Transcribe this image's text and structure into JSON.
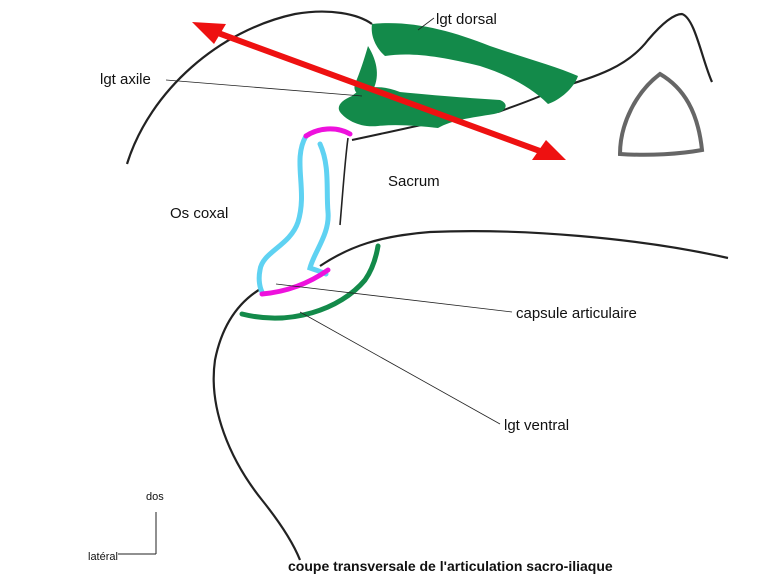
{
  "labels": {
    "lgt_dorsal": "lgt dorsal",
    "lgt_axile": "lgt axile",
    "sacrum": "Sacrum",
    "os_coxal": "Os coxal",
    "capsule": "capsule articulaire",
    "lgt_ventral": "lgt ventral",
    "dos": "dos",
    "lateral": "latéral",
    "caption": "coupe  transversale de l'articulation sacro-iliaque"
  },
  "colors": {
    "outline": "#222222",
    "ligament": "#138a4a",
    "cartilage": "#5fd2f2",
    "capsule": "#ee11dd",
    "arrow": "#ee1111",
    "foramen": "#666666"
  }
}
